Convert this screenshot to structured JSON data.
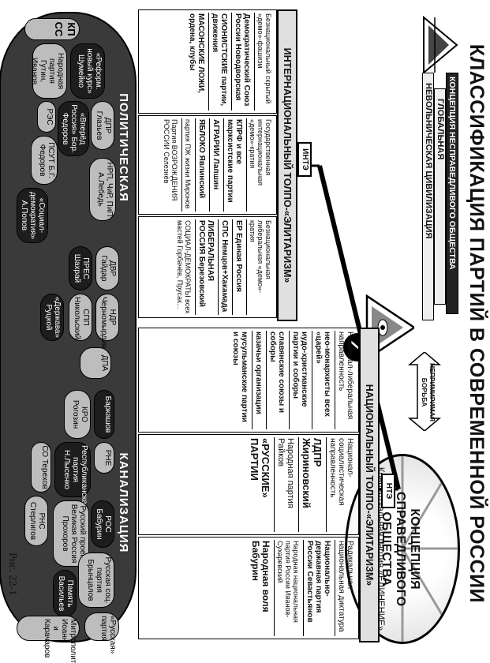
{
  "title": "КЛАССИФИКАЦИЯ ПАРТИЙ В СОВРЕМЕННОЙ РОССИИ",
  "top": {
    "concept_bar": "КОНЦЕПЦИЯ НЕСПРАВЕДЛИВОГО ОБЩЕСТВА",
    "global_bar": "ГЛОБАЛЬНАЯ",
    "nevol_bar": "НЕВОЛЬНИЧЕСКАЯ ЦИВИЛИЗАЦИЯ",
    "arrow_label": "НЕПРИМИРИМАЯ БОРЬБА",
    "ellipse_main": "КОНЦЕПЦИЯ СПРАВЕДЛИВОГО ОБЩЕСТВА",
    "ellipse_sub": "Концептуальная партия «ЕДИНЕНИЕ»"
  },
  "scale": {
    "left_tag": "ИНТЭ",
    "right_tag": "НТЭ"
  },
  "international": {
    "header": "ИНТЕРНАЦИОНАЛЬНЫЙ ТОЛПО-«ЭЛИТАРИЗМ»",
    "col1": [
      {
        "title": "Безнациональный скрытый «демо»-фашизм",
        "bold": false
      },
      {
        "title": "Демократический Союз России Новодворская",
        "bold": true
      },
      {
        "title": "СИОНИСТСКИЕ партии, движения",
        "bold": true
      },
      {
        "title": "МАСОНСКИЕ ЛОЖИ, ордена, клубы",
        "bold": true
      }
    ],
    "col2": [
      {
        "title": "Государственная интернациональная «демо»-кратия",
        "bold": false
      },
      {
        "title": "КПРФ и все марксистские партии",
        "bold": true
      },
      {
        "title": "АГРАРИИ Лапшин",
        "bold": true
      },
      {
        "title": "ЯБЛОКО Явлинский",
        "bold": true
      },
      {
        "title": "партия ПЖ жизни Миронов",
        "bold": false
      },
      {
        "title": "Партия ВОЗРОЖДЕНИЯ РОССИИ Селезнёв",
        "bold": false
      }
    ],
    "col3": [
      {
        "title": "Безнациональная либеральная «демо»-кратия",
        "bold": false
      },
      {
        "title": "ЕР Единая Россия",
        "bold": true
      },
      {
        "title": "СПС Немцов+Хакамада",
        "bold": true
      },
      {
        "title": "ЛИБЕРАЛЬНАЯ РОССИЯ Березовский",
        "bold": true
      },
      {
        "title": "СОЦИАЛ-ДЕМОКРАТЫ всех мастей Горбачёв, Прусак...",
        "bold": false
      }
    ]
  },
  "national": {
    "header": "НАЦИОНАЛЬНЫЙ ТОЛПО-«ЭЛИТАРИЗМ»",
    "col1": [
      {
        "title": "Национал-либеральная направленность",
        "bold": false
      },
      {
        "title": "нео-монархисты всех «царей»",
        "bold": false
      },
      {
        "title": "иудо-христианские партии и соборы",
        "bold": false
      },
      {
        "title": "славянские союзы и соборы",
        "bold": false
      },
      {
        "title": "казачьи организации",
        "bold": false
      },
      {
        "title": "мусульманские партии и союзы",
        "bold": false
      }
    ],
    "col2": [
      {
        "title": "Национал-социалистическая направленность",
        "bold": false
      },
      {
        "title": "ЛДПР Жириновский",
        "bold": true
      },
      {
        "title": "Народная партия Райков",
        "bold": false
      },
      {
        "title": "«РУССКИЕ» ПАРТИИ",
        "bold": true
      }
    ],
    "col3": [
      {
        "title": "Радикальная национальная диктатура",
        "bold": false
      },
      {
        "title": "Национально-державная партия России Севастьянов",
        "bold": true
      },
      {
        "title": "Народная национальная партия России Иванов-Сухаревский",
        "bold": false
      },
      {
        "title": "Народная воля Бабурин",
        "bold": true
      }
    ]
  },
  "bottom": {
    "band_left": "ПОЛИТИЧЕСКАЯ",
    "band_right": "КАНАЛИЗАЦИЯ",
    "left_letters": "КПСС",
    "blobs_left": [
      "«Реформ. новый курс» Шумейко",
      "Народная партия Гутин, Иванов",
      "ДПР Глазьев",
      "«Вперёд Россия» Бор. Федоров",
      "РЭС",
      "ПСУТ Б.Г. Федоров",
      "«Социал-демократия» А.Попов",
      "НРП, ЧиР, ПиП А.Лебедь",
      "ДВР Гайдар",
      "ПРЕС Шахрай",
      "НДР Черномырдин",
      "СПП Никольский",
      "«Держава» Руцкой",
      "ДПА"
    ],
    "blobs_right": [
      "Баркашов",
      "КРО Рогозин",
      "РНЕ",
      "Республиканская партия Н.Лысенко",
      "СО Терехов",
      "РНС Стерлигов",
      "РОС Бабурин",
      "Русский проект Великая Россия Прохоров",
      "Русская соц. партия Брынцалов",
      "Память Васильев",
      "«Русская» партия",
      "Митрополит Иоанн и Карачаров"
    ]
  },
  "caption": "Рис. 22-1"
}
